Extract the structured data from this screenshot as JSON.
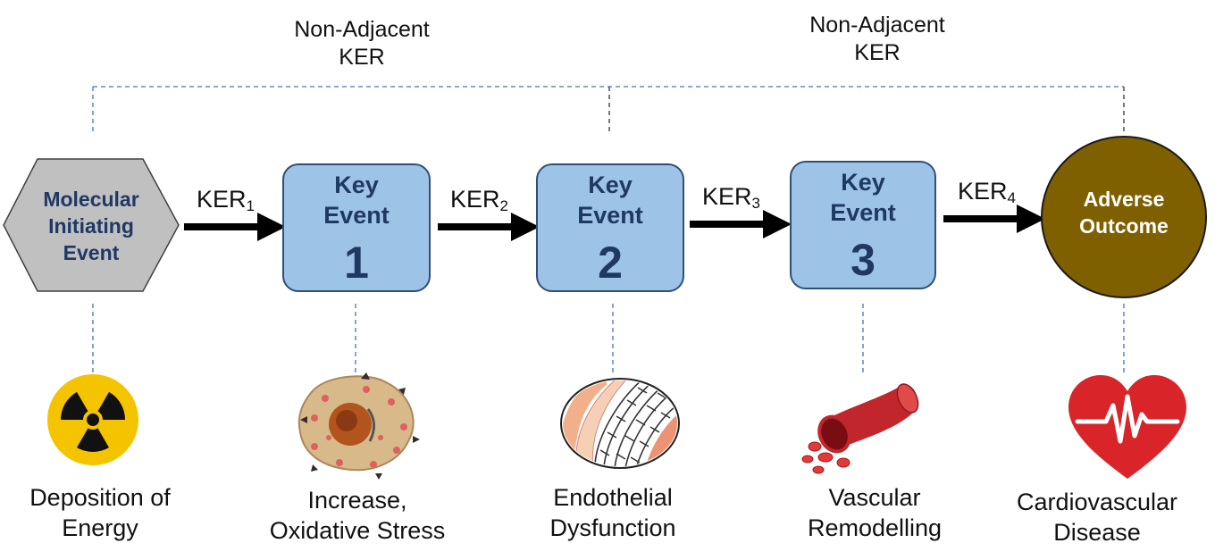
{
  "non_adjacent": [
    {
      "line1": "Non-Adjacent",
      "line2": "KER"
    },
    {
      "line1": "Non-Adjacent",
      "line2": "KER"
    }
  ],
  "mie": {
    "line1": "Molecular",
    "line2": "Initiating",
    "line3": "Event"
  },
  "key_events": [
    {
      "word1": "Key",
      "word2": "Event",
      "number": "1"
    },
    {
      "word1": "Key",
      "word2": "Event",
      "number": "2"
    },
    {
      "word1": "Key",
      "word2": "Event",
      "number": "3"
    }
  ],
  "adverse_outcome": {
    "line1": "Adverse",
    "line2": "Outcome"
  },
  "kers": [
    {
      "base": "KER",
      "sub": "1"
    },
    {
      "base": "KER",
      "sub": "2"
    },
    {
      "base": "KER",
      "sub": "3"
    },
    {
      "base": "KER",
      "sub": "4"
    }
  ],
  "captions": [
    {
      "line1": "Deposition of",
      "line2": "Energy"
    },
    {
      "line1": "Increase,",
      "line2": "Oxidative Stress"
    },
    {
      "line1": "Endothelial",
      "line2": "Dysfunction"
    },
    {
      "line1": "Vascular",
      "line2": "Remodelling"
    },
    {
      "line1": "Cardiovascular",
      "line2": "Disease"
    }
  ],
  "colors": {
    "mie_fill": "#c0c0c0",
    "key_event_fill": "#9dc3e6",
    "adverse_outcome_fill": "#7f6000",
    "dashed_line": "#4472c4",
    "label_text": "#1f3864"
  },
  "icons": [
    "radiation-icon",
    "oxidative-cell-icon",
    "blood-vessel-wall-icon",
    "blood-vessel-icon",
    "heart-pulse-icon"
  ]
}
